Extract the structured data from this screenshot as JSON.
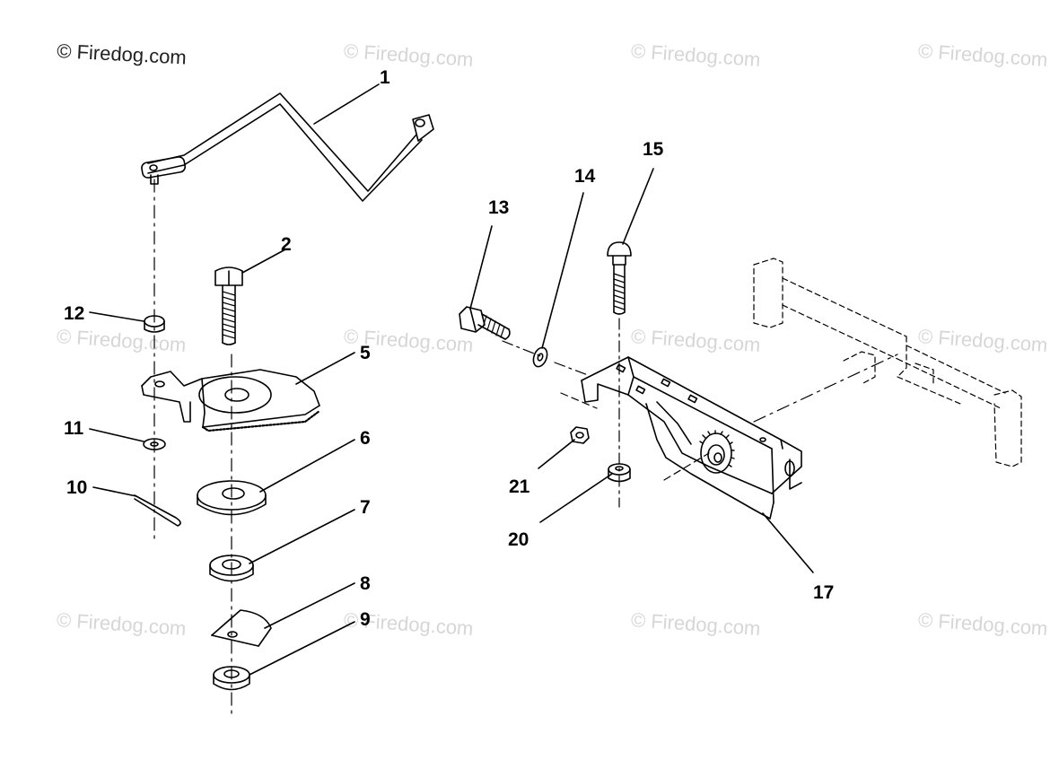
{
  "copyright": "© Firedog.com",
  "watermark": "© Firedog.com",
  "ink_color": "#000000",
  "watermark_color": "#d6d6d6",
  "callouts": {
    "c1": "1",
    "c2": "2",
    "c5": "5",
    "c6": "6",
    "c7": "7",
    "c8": "8",
    "c9": "9",
    "c10": "10",
    "c11": "11",
    "c12": "12",
    "c13": "13",
    "c14": "14",
    "c15": "15",
    "c17": "17",
    "c20": "20",
    "c21": "21"
  }
}
